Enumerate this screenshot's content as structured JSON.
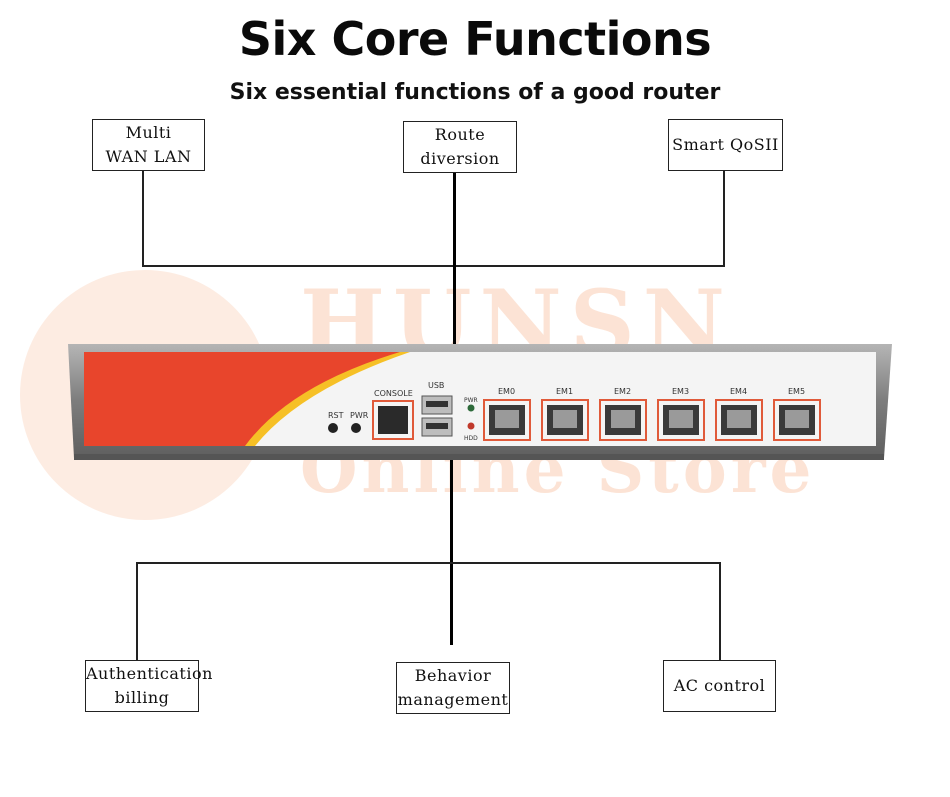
{
  "header": {
    "title": "Six Core Functions",
    "subtitle": "Six essential functions of a good router"
  },
  "top_functions": [
    {
      "line1": "Multi",
      "line2": "WAN LAN"
    },
    {
      "line1": "Route",
      "line2": "diversion"
    },
    {
      "line1": "Smart QoSII",
      "line2": ""
    }
  ],
  "bottom_functions": [
    {
      "line1": "Authentication",
      "line2": "billing"
    },
    {
      "line1": "Behavior",
      "line2": "management"
    },
    {
      "line1": "AC control",
      "line2": ""
    }
  ],
  "watermark": {
    "brand": "HUNSN",
    "store": "Online Store"
  },
  "device": {
    "console_label": "CONSOLE",
    "usb_label": "USB",
    "ports": [
      "EM0",
      "EM1",
      "EM2",
      "EM3",
      "EM4",
      "EM5"
    ],
    "led_labels": [
      "PWR",
      "HDD"
    ],
    "button_labels": [
      "RST",
      "PWR"
    ],
    "colors": {
      "chassis": "#8a8a8a",
      "panel": "#f4f4f4",
      "accent_red": "#e8452c",
      "accent_yellow": "#f6c026",
      "port_border": "#e05a3a"
    }
  }
}
